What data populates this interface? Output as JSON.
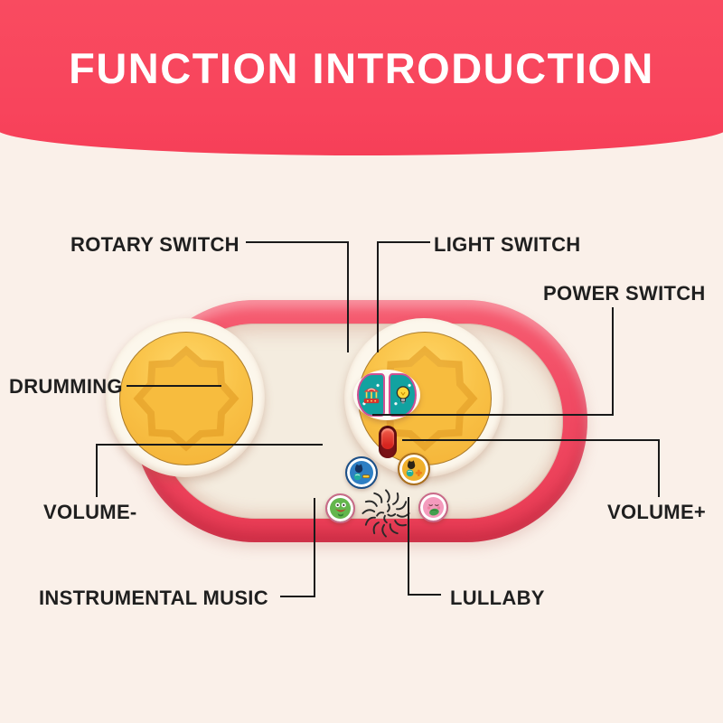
{
  "header": {
    "title": "FUNCTION INTRODUCTION"
  },
  "callouts": {
    "rotary_switch": {
      "label": "ROTARY SWITCH"
    },
    "light_switch": {
      "label": "LIGHT SWITCH"
    },
    "power_switch": {
      "label": "POWER SWITCH"
    },
    "drumming": {
      "label": "DRUMMING"
    },
    "volume_minus": {
      "label": "VOLUME-"
    },
    "volume_plus": {
      "label": "VOLUME+"
    },
    "instrumental_music": {
      "label": "INSTRUMENTAL MUSIC"
    },
    "lullaby": {
      "label": "LULLABY"
    }
  },
  "device": {
    "buttons": [
      {
        "name": "rotary-switch-button",
        "icon": "carousel-icon",
        "color": "#12a2a0"
      },
      {
        "name": "light-switch-button",
        "icon": "bulb-icon",
        "color": "#12a2a0"
      },
      {
        "name": "power-toggle",
        "icon": "toggle-knob",
        "color": "#d6251f"
      },
      {
        "name": "volume-minus-button",
        "icon": "cat-minus-icon",
        "color": "#2e7fc4"
      },
      {
        "name": "volume-plus-button",
        "icon": "cat-plus-icon",
        "color": "#f0b02c"
      },
      {
        "name": "instrumental-music-button",
        "icon": "frog-icon",
        "color": "#63b64d"
      },
      {
        "name": "lullaby-button",
        "icon": "sleepy-face-icon",
        "color": "#f49bbd"
      }
    ],
    "drum_pads": 2,
    "speaker": "radial-swirl-grille"
  },
  "colors": {
    "banner_red": "#f8445c",
    "background_cream": "#faf0e9",
    "device_red": "#f14b64",
    "device_face": "#f4ecdf",
    "drum_yellow": "#f7bc3e",
    "label_text": "#1f1f1f",
    "title_text": "#ffffff"
  }
}
